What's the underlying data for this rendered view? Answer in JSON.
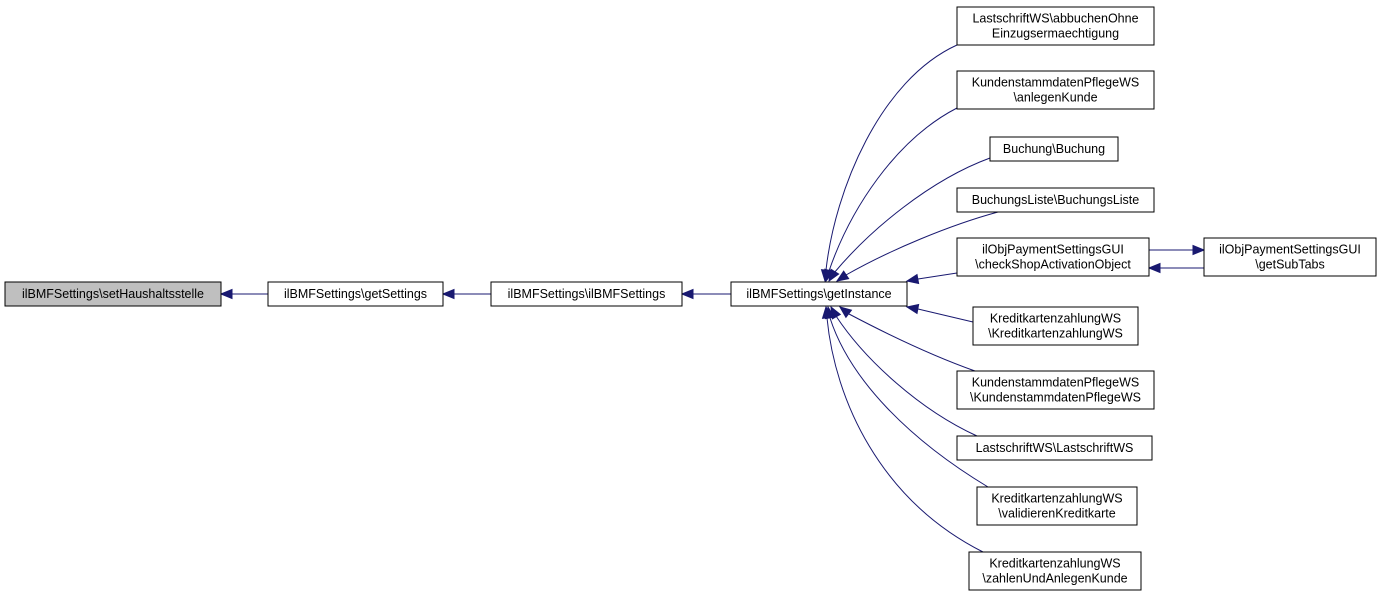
{
  "nodes": [
    {
      "id": "setHaushaltsstelle",
      "lines": [
        "ilBMFSettings\\setHaushaltsstelle"
      ],
      "highlight": true
    },
    {
      "id": "getSettings",
      "lines": [
        "ilBMFSettings\\getSettings"
      ]
    },
    {
      "id": "ctor",
      "lines": [
        "ilBMFSettings\\ilBMFSettings"
      ]
    },
    {
      "id": "getInstance",
      "lines": [
        "ilBMFSettings\\getInstance"
      ]
    },
    {
      "id": "abbuchen",
      "lines": [
        "LastschriftWS\\abbuchenOhne",
        "Einzugsermaechtigung"
      ]
    },
    {
      "id": "anlegenKunde",
      "lines": [
        "KundenstammdatenPflegeWS",
        "\\anlegenKunde"
      ]
    },
    {
      "id": "buchung",
      "lines": [
        "Buchung\\Buchung"
      ]
    },
    {
      "id": "buchungsListe",
      "lines": [
        "BuchungsListe\\BuchungsListe"
      ]
    },
    {
      "id": "checkShop",
      "lines": [
        "ilObjPaymentSettingsGUI",
        "\\checkShopActivationObject"
      ]
    },
    {
      "id": "getSubTabs",
      "lines": [
        "ilObjPaymentSettingsGUI",
        "\\getSubTabs"
      ]
    },
    {
      "id": "kreditCtor",
      "lines": [
        "KreditkartenzahlungWS",
        "\\KreditkartenzahlungWS"
      ]
    },
    {
      "id": "kundenCtor",
      "lines": [
        "KundenstammdatenPflegeWS",
        "\\KundenstammdatenPflegeWS"
      ]
    },
    {
      "id": "lastCtor",
      "lines": [
        "LastschriftWS\\LastschriftWS"
      ]
    },
    {
      "id": "validieren",
      "lines": [
        "KreditkartenzahlungWS",
        "\\validierenKreditkarte"
      ]
    },
    {
      "id": "zahlen",
      "lines": [
        "KreditkartenzahlungWS",
        "\\zahlenUndAnlegenKunde"
      ]
    }
  ],
  "edges": [
    {
      "from": "getSettings",
      "to": "setHaushaltsstelle"
    },
    {
      "from": "ctor",
      "to": "getSettings"
    },
    {
      "from": "getInstance",
      "to": "ctor"
    },
    {
      "from": "abbuchen",
      "to": "getInstance"
    },
    {
      "from": "anlegenKunde",
      "to": "getInstance"
    },
    {
      "from": "buchung",
      "to": "getInstance"
    },
    {
      "from": "buchungsListe",
      "to": "getInstance"
    },
    {
      "from": "checkShop",
      "to": "getInstance"
    },
    {
      "from": "getSubTabs",
      "to": "checkShop"
    },
    {
      "from": "checkShop",
      "to": "getSubTabs"
    },
    {
      "from": "kreditCtor",
      "to": "getInstance"
    },
    {
      "from": "kundenCtor",
      "to": "getInstance"
    },
    {
      "from": "lastCtor",
      "to": "getInstance"
    },
    {
      "from": "validieren",
      "to": "getInstance"
    },
    {
      "from": "zahlen",
      "to": "getInstance"
    }
  ]
}
